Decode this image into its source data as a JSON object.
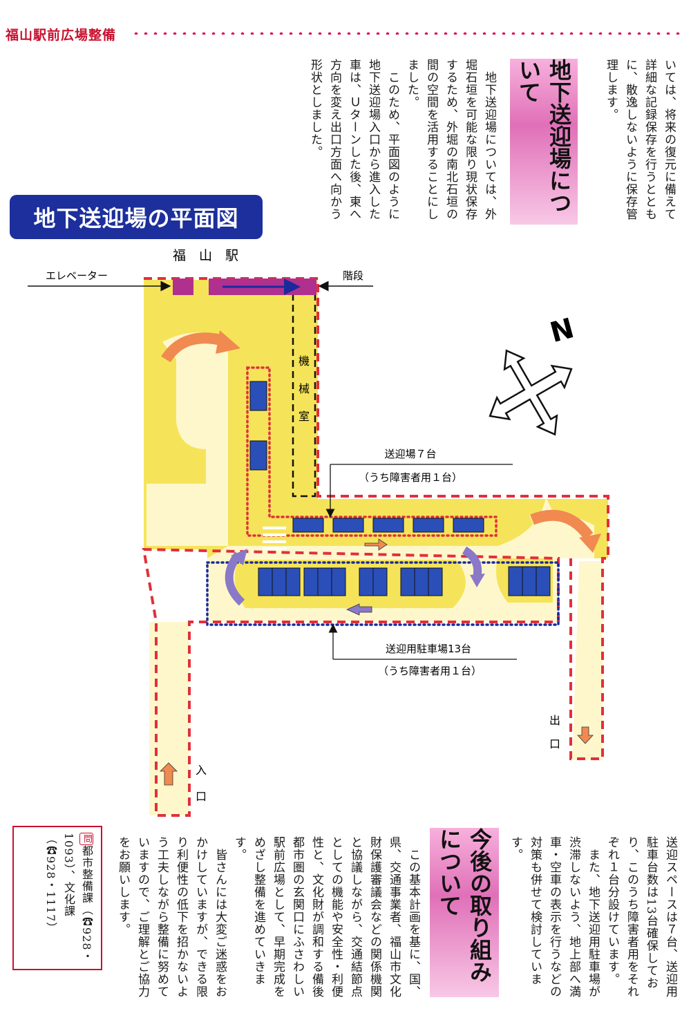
{
  "header": {
    "title": "福山駅前広場整備"
  },
  "top_section": {
    "right_col": "いては、将来の復元に備えて詳細な記録保存を行うとともに、散逸しないように保存管理します。",
    "heading": "地下送迎場について",
    "left_col": "　地下送迎場については、外堀石垣を可能な限り現状保存するため、外堀の南北石垣の間の空間を活用することにしました。\n　このため、平面図のように地下送迎場入口から進入した車は、Ｕターンした後、東へ方向を変え出口方面へ向かう形状としました。"
  },
  "plan": {
    "title": "地下送迎場の平面図",
    "station": "福　山　駅",
    "elevator": "エレベーター",
    "stairs": "階段",
    "machine_room": "機械室",
    "dropoff_label": "送迎場７台",
    "dropoff_sub": "（うち障害者用１台）",
    "parking_label": "送迎用駐車場13台",
    "parking_sub": "（うち障害者用１台）",
    "entrance": "入口",
    "exit": "出口",
    "north": "N",
    "colors": {
      "floor": "#f5e45a",
      "lane": "#fff7cc",
      "stall": "#2b4fb8",
      "dash_red": "#e0303a",
      "dot_blue": "#1a2a9a",
      "arrow_orange": "#f08a50",
      "arrow_purple": "#8a78c8",
      "stair": "#b0308f"
    }
  },
  "bottom_section": {
    "right_col": "送迎スペースは７台、送迎用駐車台数は13台確保しており、このうち障害者用をそれぞれ１台分設けています。\n　また、地下送迎用駐車場が渋滞しないよう、地上部へ満車・空車の表示を行うなどの対策も併せて検討しています。",
    "heading": "今後の取り組みについて",
    "left_col": "　この基本計画を基に、国、県、交通事業者、福山市文化財保護審議会などの関係機関と協議しながら、交通結節点としての機能や安全性・利便性と、文化財が調和する備後都市圏の玄関口にふさわしい駅前広場として、早期完成をめざし整備を進めていきます。\n　皆さんには大変ご迷惑をおかけしていますが、できる限り利便性の低下を招かないよう工夫しながら整備に努めていますので、ご理解とご協力をお願いします。"
  },
  "contact": {
    "mark": "問",
    "text": "都市整備課（☎928・1093）、文化課（☎928・1117）"
  }
}
